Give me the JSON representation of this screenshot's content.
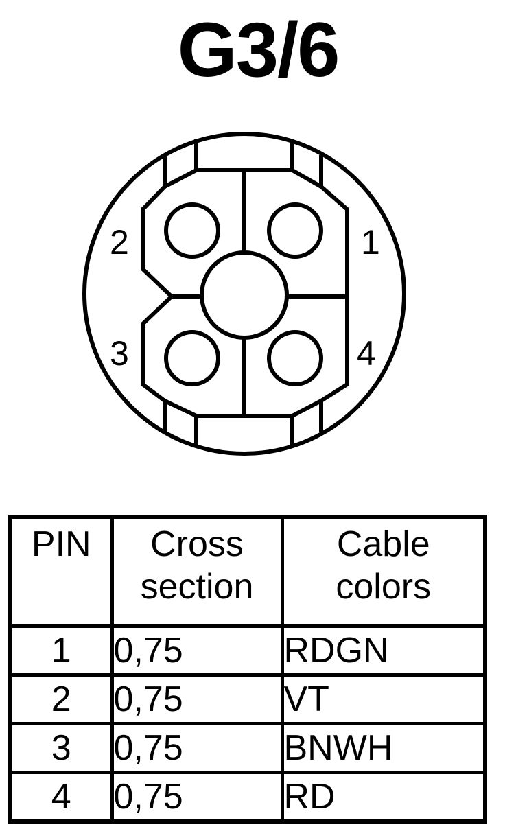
{
  "title": "G3/6",
  "connector": {
    "pin_labels": {
      "p1": "1",
      "p2": "2",
      "p3": "3",
      "p4": "4"
    },
    "line_color": "#000000",
    "fill_color": "#ffffff"
  },
  "table": {
    "headers": {
      "pin": "PIN",
      "cross_line1": "Cross",
      "cross_line2": "section",
      "colors_line1": "Cable",
      "colors_line2": "colors"
    },
    "rows": [
      {
        "pin": "1",
        "cross_section": "0,75",
        "color": "RDGN"
      },
      {
        "pin": "2",
        "cross_section": "0,75",
        "color": "VT"
      },
      {
        "pin": "3",
        "cross_section": "0,75",
        "color": "BNWH"
      },
      {
        "pin": "4",
        "cross_section": "0,75",
        "color": "RD"
      }
    ]
  }
}
